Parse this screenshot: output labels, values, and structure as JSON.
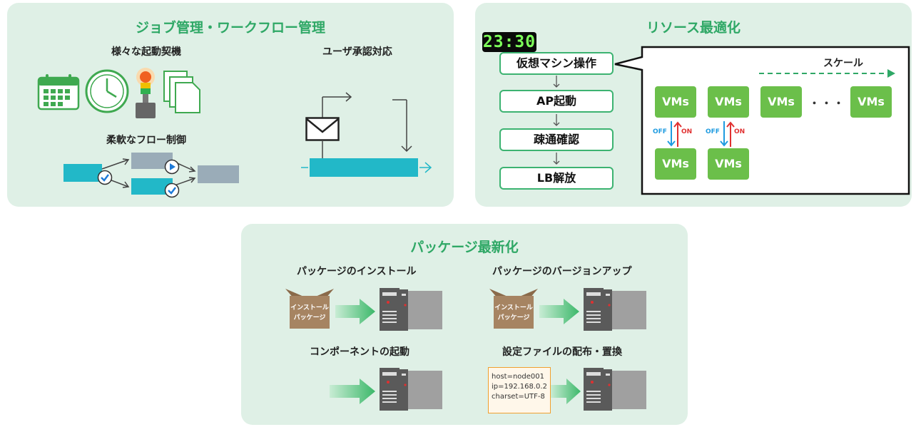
{
  "panels": {
    "job": {
      "title": "ジョブ管理・ワークフロー管理",
      "triggers_label": "様々な起動契機",
      "flow_label": "柔軟なフロー制御",
      "approval_label": "ユーザ承認対応"
    },
    "resource": {
      "title": "リソース最適化",
      "clock": "23:30",
      "steps": [
        "仮想マシン操作",
        "AP起動",
        "疎通確認",
        "LB解放"
      ],
      "scale_label": "スケール",
      "vm_label": "VMs",
      "ellipsis": "・・・",
      "off_label": "OFF",
      "on_label": "ON"
    },
    "package": {
      "title": "パッケージ最新化",
      "install_label": "パッケージのインストール",
      "upgrade_label": "パッケージのバージョンアップ",
      "component_label": "コンポーネントの起動",
      "config_label": "設定ファイルの配布・置換",
      "box_line1": "インストール",
      "box_line2": "パッケージ",
      "config_lines": [
        "host=node001",
        "ip=192.168.0.2",
        "charset=UTF-8"
      ]
    }
  },
  "colors": {
    "panel_bg": "#dff0e6",
    "title": "#2fa866",
    "vm": "#6bbf4a",
    "teal": "#22b8c8",
    "off": "#1e9be0",
    "on": "#e03030"
  },
  "icons": [
    "calendar-icon",
    "clock-icon",
    "signal-tower-icon",
    "documents-icon",
    "check-icon",
    "play-icon",
    "envelope-icon",
    "server-icon",
    "package-box-icon"
  ]
}
